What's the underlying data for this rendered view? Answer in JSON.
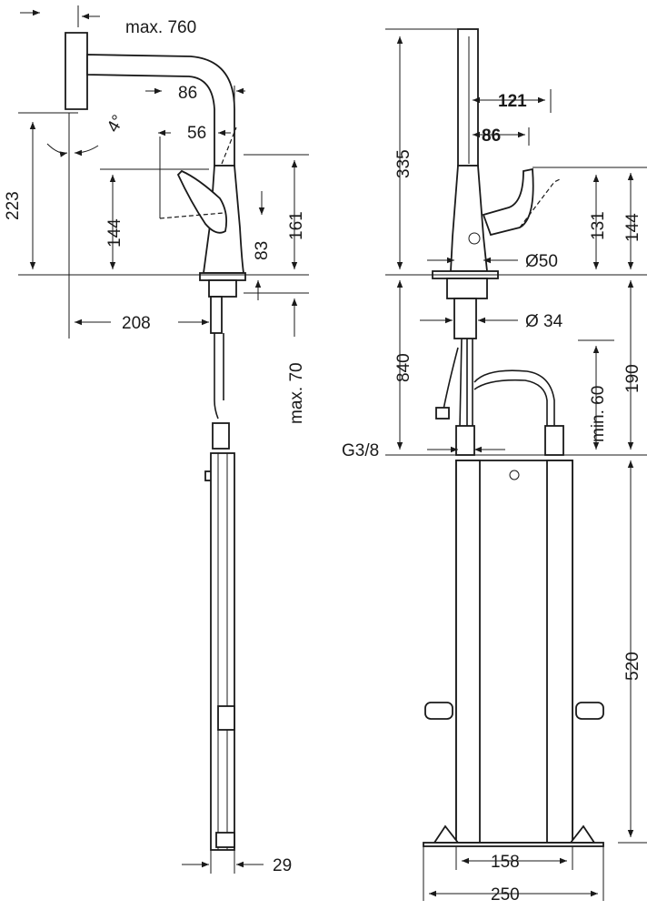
{
  "dimensions": {
    "max_reach": "max. 760",
    "d86_left": "86",
    "angle": "4°",
    "d56": "56",
    "d223": "223",
    "d144_left": "144",
    "d161": "161",
    "d83": "83",
    "d208": "208",
    "max70": "max. 70",
    "d29": "29",
    "d335": "335",
    "d121": "121",
    "d86_right": "86",
    "d131": "131",
    "d144_right": "144",
    "dia50": "Ø50",
    "dia34": "Ø 34",
    "d840": "840",
    "min60": "min. 60",
    "d190": "190",
    "thread": "G3/8",
    "d520": "520",
    "d158": "158",
    "d250": "250"
  }
}
